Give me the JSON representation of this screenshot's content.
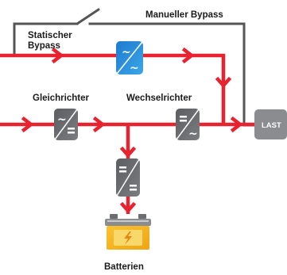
{
  "labels": {
    "static_bypass_line1": "Statischer",
    "static_bypass_line2": "Bypass",
    "manual_bypass": "Manueller Bypass",
    "rectifier": "Gleichrichter",
    "inverter": "Wechselrichter",
    "load": "LAST",
    "batteries": "Batterien"
  },
  "symbols": {
    "ac": "~"
  },
  "colors": {
    "power_line": "#e8222f",
    "bypass_line": "#555555",
    "converter_dark": "#6b6d70",
    "static_switch_blue": "#2a8fd8",
    "load_box": "#8a8c8f",
    "battery_yellow": "#f5b221"
  },
  "icons": [
    "manual-bypass-switch-icon",
    "static-switch-icon",
    "rectifier-icon",
    "inverter-icon",
    "dc-converter-icon",
    "battery-icon",
    "lightning-icon"
  ]
}
